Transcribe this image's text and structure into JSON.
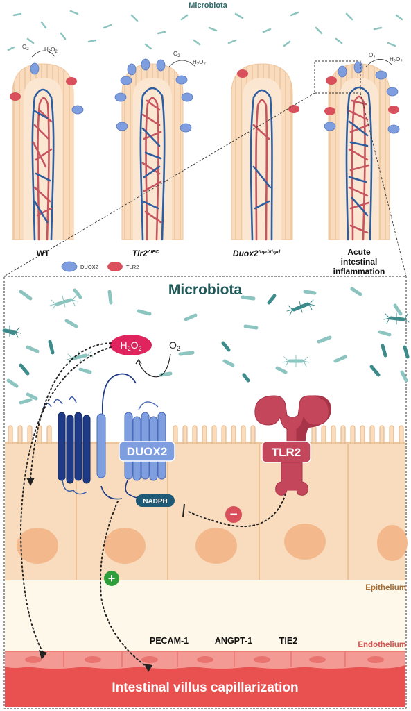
{
  "top_panel": {
    "microbiota_label": "Microbiota",
    "o2": "O",
    "o2_sub": "2",
    "h2o2_a": "H",
    "h2o2_sub1": "2",
    "h2o2_b": "O",
    "h2o2_sub2": "2",
    "villi": [
      {
        "label": "WT",
        "sup": ""
      },
      {
        "label": "Tlr2",
        "sup": "ΔIEC"
      },
      {
        "label": "Duox2",
        "sup": "thyd/thyd"
      },
      {
        "label_lines": [
          "Acute",
          "intestinal",
          "inflammation"
        ]
      }
    ],
    "legend": [
      {
        "label": "DUOX2",
        "color": "#7e9ee0"
      },
      {
        "label": "TLR2",
        "color": "#d94f5c"
      }
    ]
  },
  "bottom_panel": {
    "microbiota_label": "Microbiota",
    "h2o2": {
      "a": "H",
      "sub1": "2",
      "b": "O",
      "sub2": "2"
    },
    "o2": {
      "a": "O",
      "sub": "2"
    },
    "duox2_label": "DUOX2",
    "tlr2_label": "TLR2",
    "nadph_label": "NADPH",
    "minus_sign": "−",
    "plus_sign": "+",
    "epithelium_label": "Epithelium",
    "endothelium_label": "Endothelium",
    "markers": [
      "PECAM-1",
      "ANGPT-1",
      "TIE2"
    ],
    "capillarization_label": "Intestinal villus capillarization"
  },
  "colors": {
    "epithelium": "#f9dcbd",
    "cell_border": "#e8b98c",
    "nucleus": "#f3b98d",
    "lamina": "#fdf8e9",
    "endothelium": "#e8514f",
    "duox2": "#7e9ee0",
    "tlr2": "#c4465a",
    "microbiota": "#7fb9b6",
    "dark_teal": "#1e5a5a"
  }
}
